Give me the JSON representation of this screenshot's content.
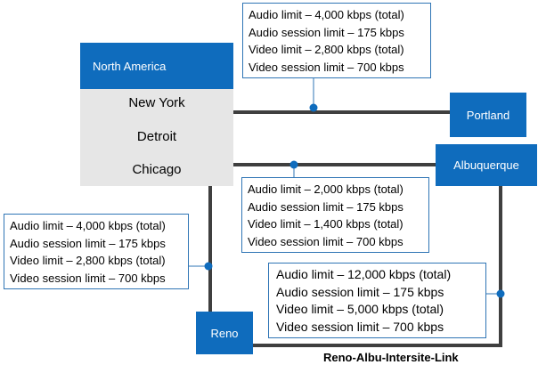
{
  "region": {
    "name": "North America",
    "cities": [
      "New York",
      "Detroit",
      "Chicago"
    ]
  },
  "sites": {
    "portland": "Portland",
    "albuquerque": "Albuquerque",
    "reno": "Reno"
  },
  "policies": {
    "portland_link": [
      "Audio limit – 4,000 kbps (total)",
      "Audio session limit – 175 kbps",
      "Video limit – 2,800 kbps (total)",
      "Video session limit – 700 kbps"
    ],
    "albuquerque_link": [
      "Audio limit – 2,000 kbps (total)",
      "Audio session limit – 175 kbps",
      "Video limit – 1,400 kbps (total)",
      "Video session limit – 700 kbps"
    ],
    "reno_link": [
      "Audio limit – 4,000 kbps (total)",
      "Audio session limit – 175 kbps",
      "Video limit – 2,800 kbps (total)",
      "Video session limit – 700 kbps"
    ],
    "reno_albu_link": [
      "Audio limit – 12,000 kbps  (total)",
      "Audio session limit – 175 kbps",
      "Video limit – 5,000 kbps (total)",
      "Video session limit – 700 kbps"
    ]
  },
  "intersite_link_label": "Reno-Albu-Intersite-Link",
  "colors": {
    "site_blue": "#0f6cbd",
    "region_gray": "#e6e6e6",
    "link_gray": "#3f3f3f",
    "dot_blue": "#0f6cbd",
    "box_border": "#2f75b5"
  }
}
